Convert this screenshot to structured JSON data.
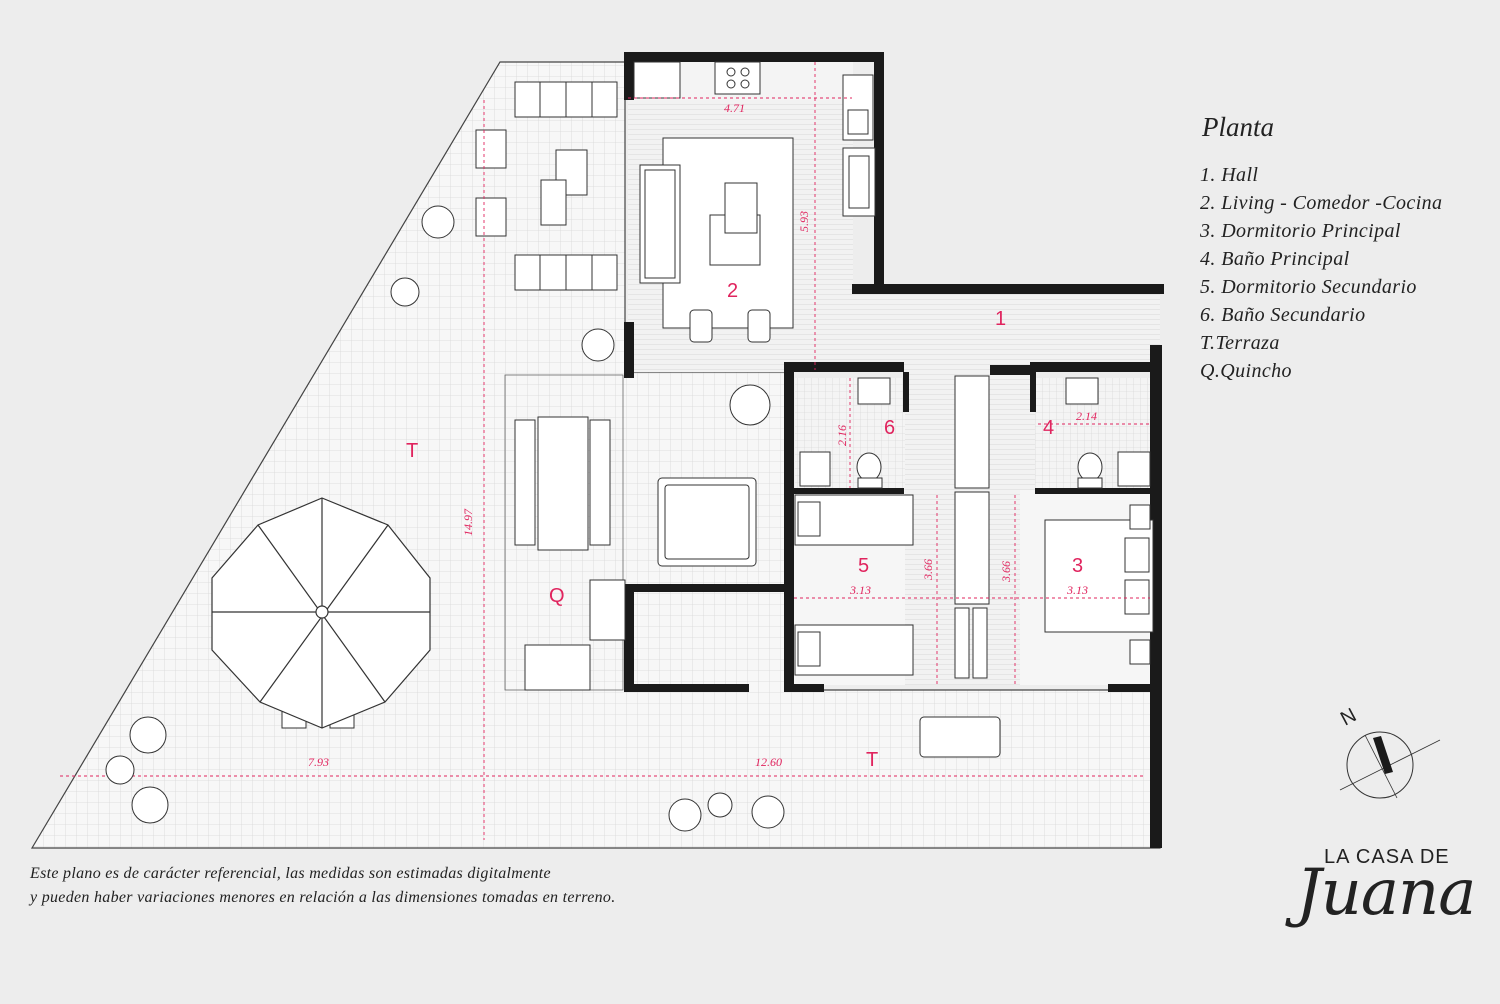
{
  "legend": {
    "title": "Planta",
    "items": [
      "1. Hall",
      "2. Living - Comedor -Cocina",
      "3. Dormitorio Principal",
      "4. Baño Principal",
      "5. Dormitorio Secundario",
      "6. Baño Secundario",
      "T.Terraza",
      "Q.Quincho"
    ]
  },
  "rooms": {
    "hall": "1",
    "living": "2",
    "master_bedroom": "3",
    "master_bath": "4",
    "second_bedroom": "5",
    "second_bath": "6",
    "terrace_top": "T",
    "terrace_bottom": "T",
    "quincho": "Q"
  },
  "dimensions": {
    "living_width": "4.71",
    "living_depth": "5.93",
    "bath6_depth": "2.16",
    "bath4_width": "2.14",
    "bed5_width": "3.13",
    "bed5_depth": "3.66",
    "bed3_width": "3.13",
    "bed3_depth": "3.66",
    "terrace_depth": "14.97",
    "terrace_width_left": "7.93",
    "terrace_width_total": "12.60"
  },
  "compass": {
    "north_label": "N"
  },
  "disclaimer": [
    "Este plano es de carácter referencial, las medidas son estimadas digitalmente",
    "y pueden haber variaciones menores en relación a las dimensiones tomadas en terreno."
  ],
  "brand": {
    "top": "LA CASA DE",
    "script": "Juana"
  },
  "colors": {
    "accent": "#e0245e",
    "wall": "#1a1a1a",
    "background": "#ededed"
  }
}
